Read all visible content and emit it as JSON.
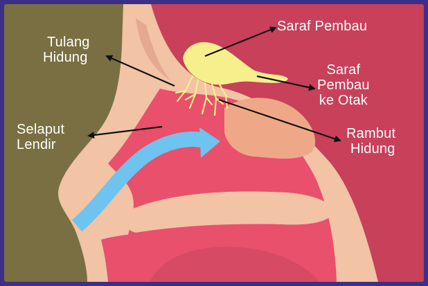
{
  "labels": {
    "saraf_pembau": "Saraf Pembau",
    "tulang_hidung": {
      "line1": "Tulang",
      "line2": "Hidung"
    },
    "saraf_pembau_ke_otak": {
      "line1": "Saraf",
      "line2": "Pembau",
      "line3": "ke Otak"
    },
    "selaput_lendir": {
      "line1": "Selaput",
      "line2": "Lendir"
    },
    "rambut_hidung": {
      "line1": "Rambut",
      "line2": "Hidung"
    }
  },
  "colors": {
    "frame_border": "#3b2f86",
    "background": "#7a6f42",
    "head_tissue": "#c8405a",
    "skin": "#f2c3a4",
    "cavity": "#e8506c",
    "nerve": "#f6ef8c",
    "airflow_arrow": "#6ec4ee",
    "pointer_lines": "#111111",
    "label_text": "#ffffff"
  }
}
